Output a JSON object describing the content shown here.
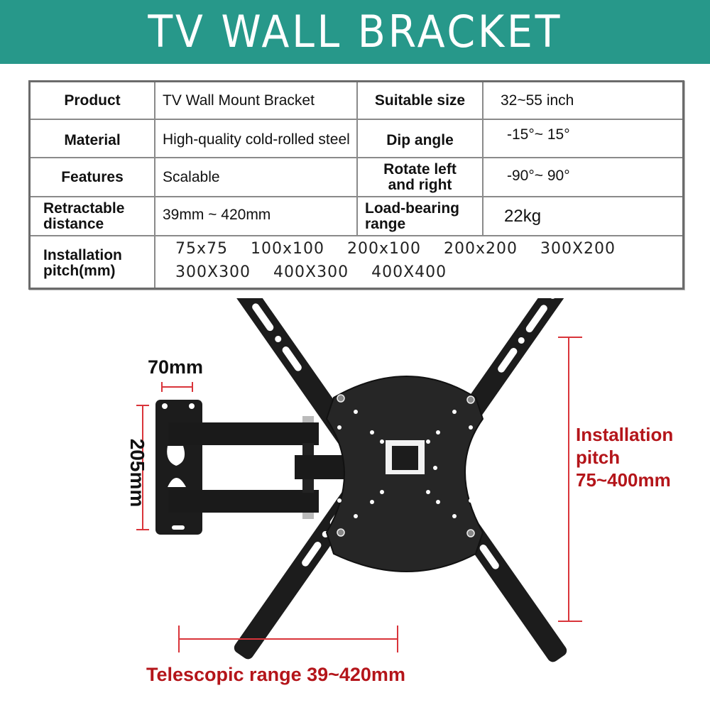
{
  "banner": {
    "title": "TV WALL BRACKET",
    "bg_color": "#27988a",
    "text_color": "#ffffff"
  },
  "spec_table": {
    "rows": [
      {
        "label": "Product",
        "value": "TV Wall Mount Bracket",
        "label2": "Suitable size",
        "value2": "32~55 inch"
      },
      {
        "label": "Material",
        "value": "High-quality cold-rolled steel",
        "label2": "Dip angle",
        "value2": "-15°~ 15°"
      },
      {
        "label": "Features",
        "value": "Scalable",
        "label2": "Rotate left and right",
        "value2": "-90°~ 90°"
      },
      {
        "label": "Retractable distance",
        "value": "39mm ~ 420mm",
        "label2": "Load-bearing range",
        "value2": "22kg"
      }
    ],
    "pitch_row": {
      "label": "Installation pitch(mm)",
      "line1": "75x75  100x100  200x100  200x200  300X200",
      "line2": "300X300  400X300  400X400",
      "values": [
        "75x75",
        "100x100",
        "200x100",
        "200x200",
        "300X200",
        "300X300",
        "400X300",
        "400X400"
      ]
    }
  },
  "diagram": {
    "width_label": "70mm",
    "height_label": "205mm",
    "pitch_label_line1": "Installation",
    "pitch_label_line2": "pitch",
    "pitch_label_line3": "75~400mm",
    "telescopic_label": "Telescopic range 39~420mm",
    "annotation_color": "#b4151a",
    "dimension_line_color": "#d9343a",
    "bracket_color": "#1c1c1c"
  }
}
